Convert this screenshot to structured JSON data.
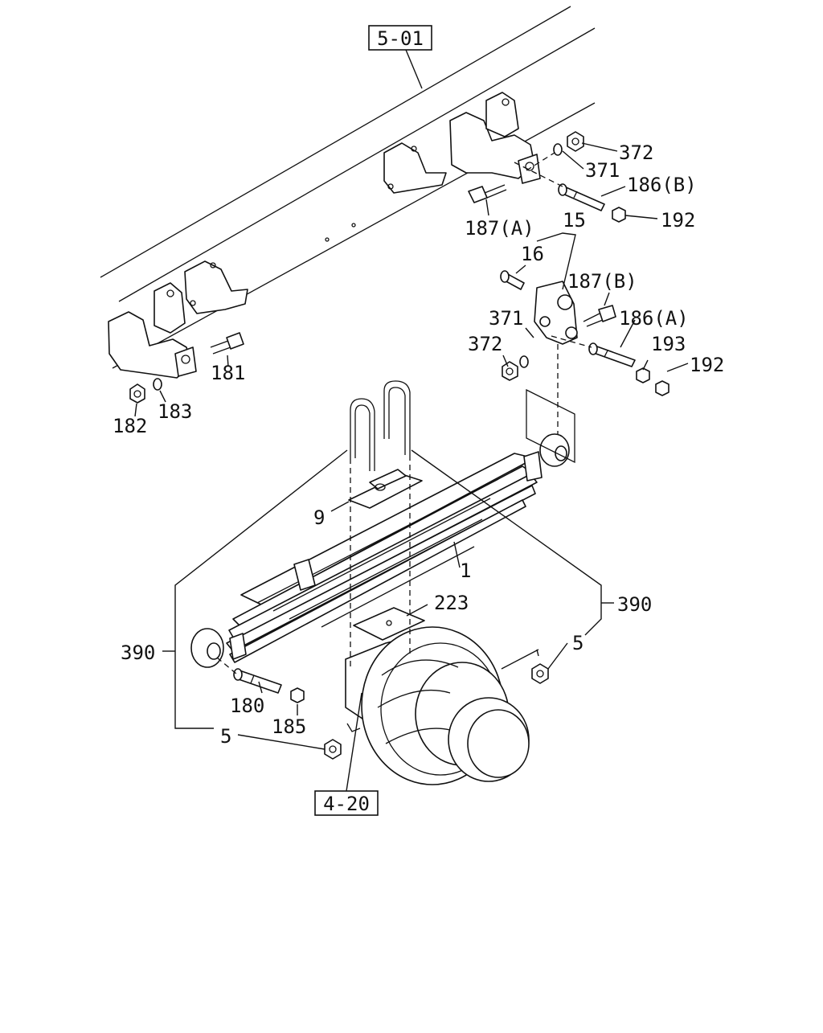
{
  "diagram": {
    "references": {
      "frame": "5-01",
      "axle": "4-20"
    },
    "callouts": {
      "p372_top": "372",
      "p371_top": "371",
      "p186b": "186(B)",
      "p187a": "187(A)",
      "p192_top": "192",
      "p15": "15",
      "p16": "16",
      "p187b": "187(B)",
      "p371_mid": "371",
      "p186a": "186(A)",
      "p372_mid": "372",
      "p193": "193",
      "p192_mid": "192",
      "p181": "181",
      "p182": "182",
      "p183": "183",
      "p9": "9",
      "p1": "1",
      "p223": "223",
      "p390_left": "390",
      "p390_right": "390",
      "p5_right": "5",
      "p5_left": "5",
      "p180": "180",
      "p185": "185"
    }
  }
}
